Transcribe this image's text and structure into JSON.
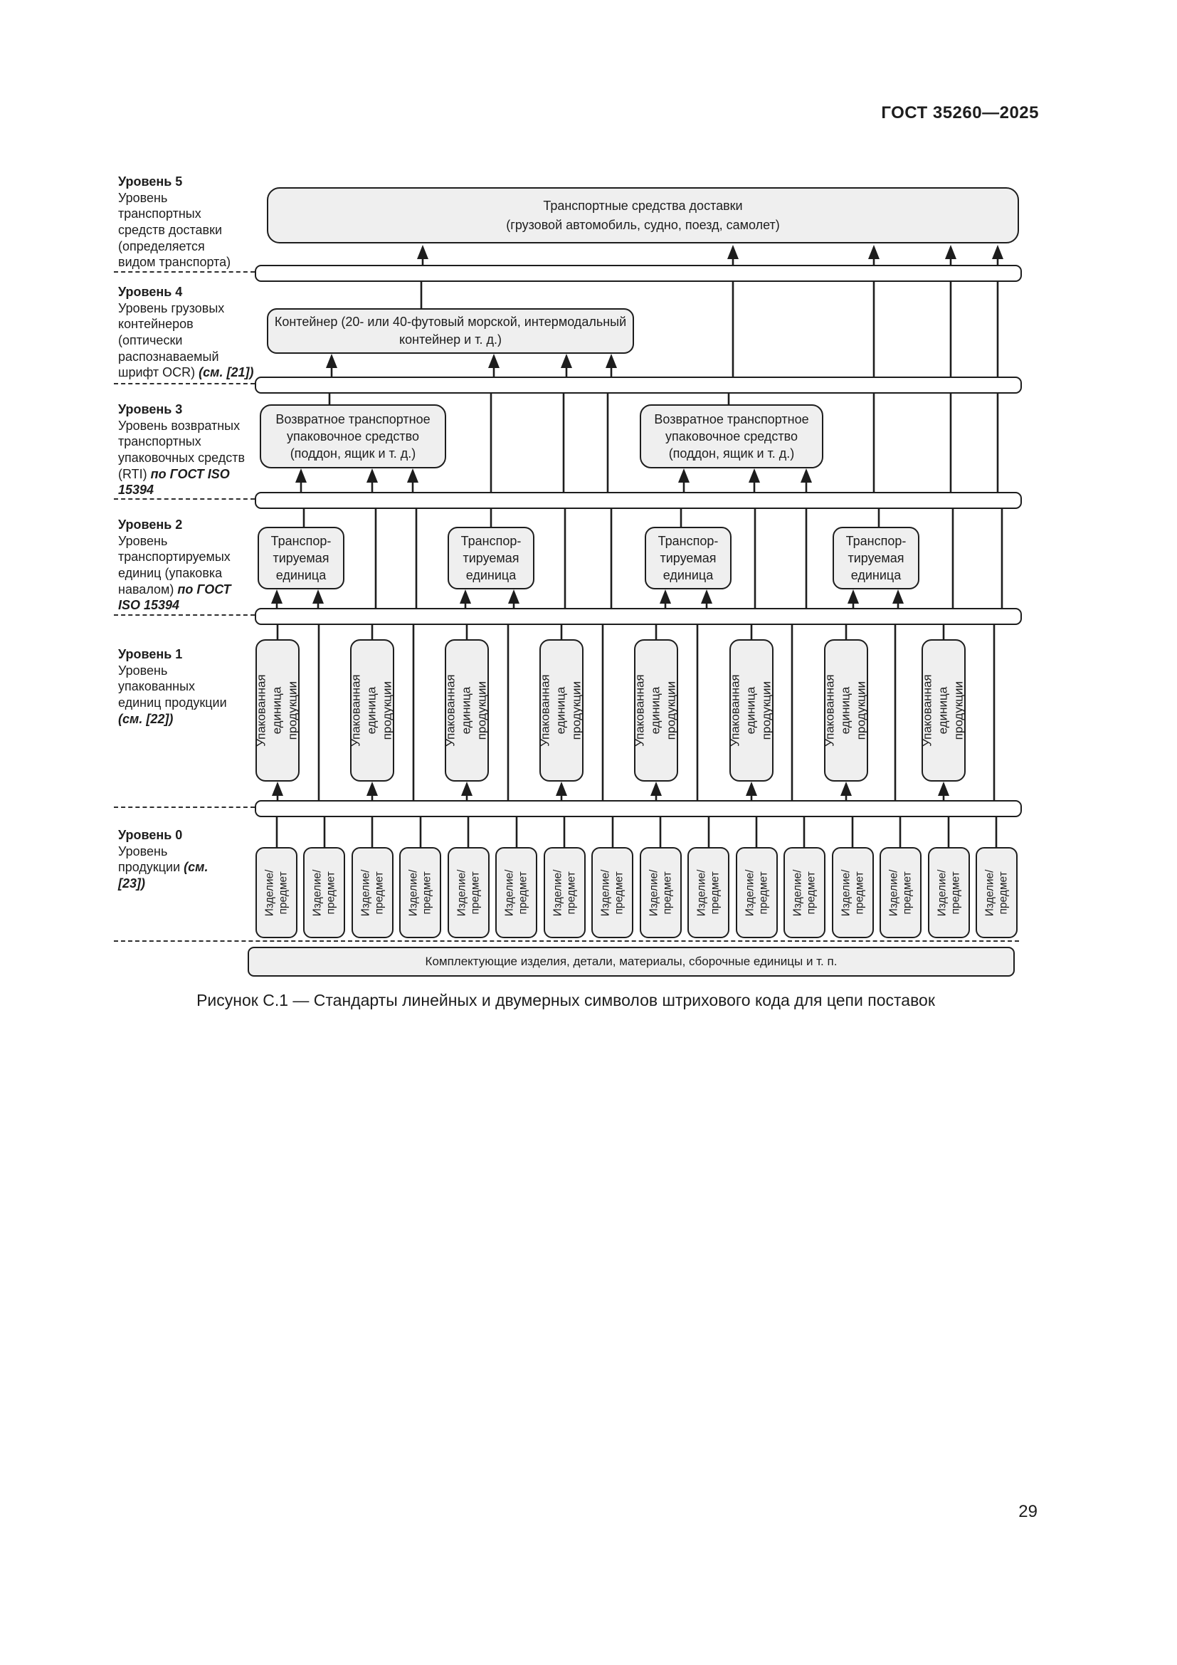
{
  "header": {
    "title": "ГОСТ 35260—2025"
  },
  "page_number": "29",
  "caption": "Рисунок С.1 — Стандарты линейных и двумерных символов штрихового кода для цепи поставок",
  "levels": [
    {
      "title": "Уровень 5",
      "body": "Уровень\nтранспортных\nсредств доставки\n(определяется\nвидом транспорта)",
      "ref": ""
    },
    {
      "title": "Уровень 4",
      "body": "Уровень грузовых\nконтейнеров\n(оптически\nраспознаваемый\nшрифт OCR) ",
      "ref": "(см. [21])"
    },
    {
      "title": "Уровень 3",
      "body": "Уровень возвратных\nтранспортных\nупаковочных средств\n(RTI) ",
      "ref": "по ГОСТ ISO\n15394"
    },
    {
      "title": "Уровень 2",
      "body": "Уровень\nтранспортируемых\nединиц (упаковка\nнавалом) ",
      "ref": "по ГОСТ\nISO 15394"
    },
    {
      "title": "Уровень 1",
      "body": "Уровень\nупакованных\nединиц продукции\n",
      "ref": "(см. [22])"
    },
    {
      "title": "Уровень 0",
      "body": "Уровень\nпродукции ",
      "ref": "(см.\n[23])"
    }
  ],
  "boxes": {
    "vehicles": "Транспортные средства доставки\n(грузовой автомобиль, судно, поезд, самолет)",
    "container": "Контейнер (20- или 40-футовый морской, интермодальный\nконтейнер и т. д.)",
    "rti": "Возвратное транспортное\nупаковочное средство\n(поддон, ящик и т. д.)",
    "transport_unit": "Транспор-\nтируемая\nединица",
    "packed_unit": "Упакованная\nединица продукции",
    "item": "Изделие/\nпредмет",
    "components": "Комплектующие изделия, детали, материалы, сборочные единицы и т. п."
  }
}
